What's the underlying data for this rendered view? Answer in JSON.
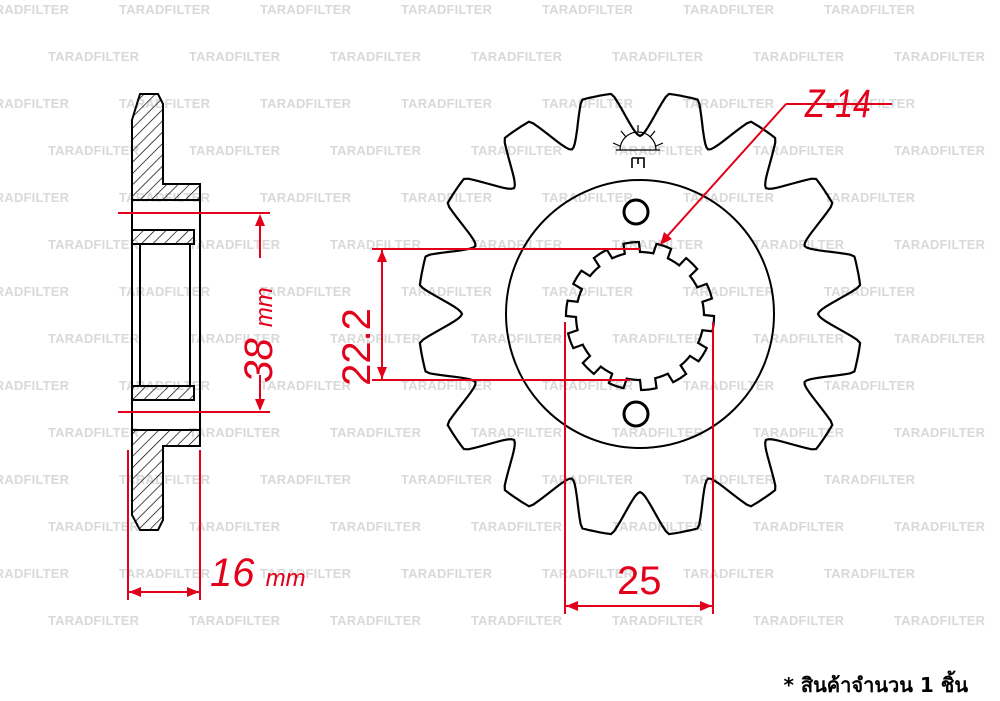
{
  "watermark_text": "TARADFILTER",
  "labels": {
    "tooth_count": "Z-14",
    "spline_diameter": "22.2",
    "hub_height": "38",
    "hub_height_unit": "mm",
    "width": "16",
    "width_unit": "mm",
    "spline_outer": "25"
  },
  "note": "* สินค้าจำนวน 1 ชิ้น",
  "colors": {
    "dimension": "#e3001b",
    "outline": "#000000",
    "watermark": "#d9d9d9"
  }
}
